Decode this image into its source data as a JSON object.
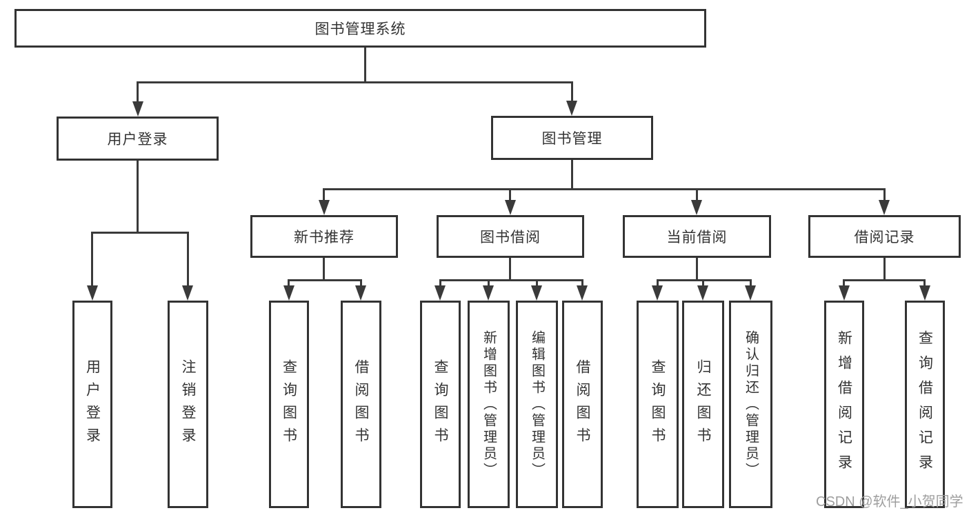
{
  "nodes": {
    "root": "图书管理系统",
    "user_login": "用户登录",
    "book_mgmt": "图书管理",
    "new_book_rec": "新书推荐",
    "book_borrow": "图书借阅",
    "current_borrow": "当前借阅",
    "borrow_records": "借阅记录",
    "leaf_user_login": "用户登录",
    "leaf_logout": "注销登录",
    "leaf_query_book_1": "查询图书",
    "leaf_borrow_book_1": "借阅图书",
    "leaf_query_book_2": "查询图书",
    "leaf_add_book": "新增图书（管理员）",
    "leaf_edit_book": "编辑图书（管理员）",
    "leaf_borrow_book_2": "借阅图书",
    "leaf_query_book_3": "查询图书",
    "leaf_return_book": "归还图书",
    "leaf_confirm_return": "确认归还（管理员）",
    "leaf_add_record": "新增借阅记录",
    "leaf_query_record": "查询借阅记录"
  },
  "watermark": {
    "text": "CSDN @软件_小贺同学",
    "color": "#9e9e9e"
  },
  "colors": {
    "line": "#3a3a3a",
    "border": "#333333",
    "text": "#333333",
    "background": "#ffffff"
  }
}
